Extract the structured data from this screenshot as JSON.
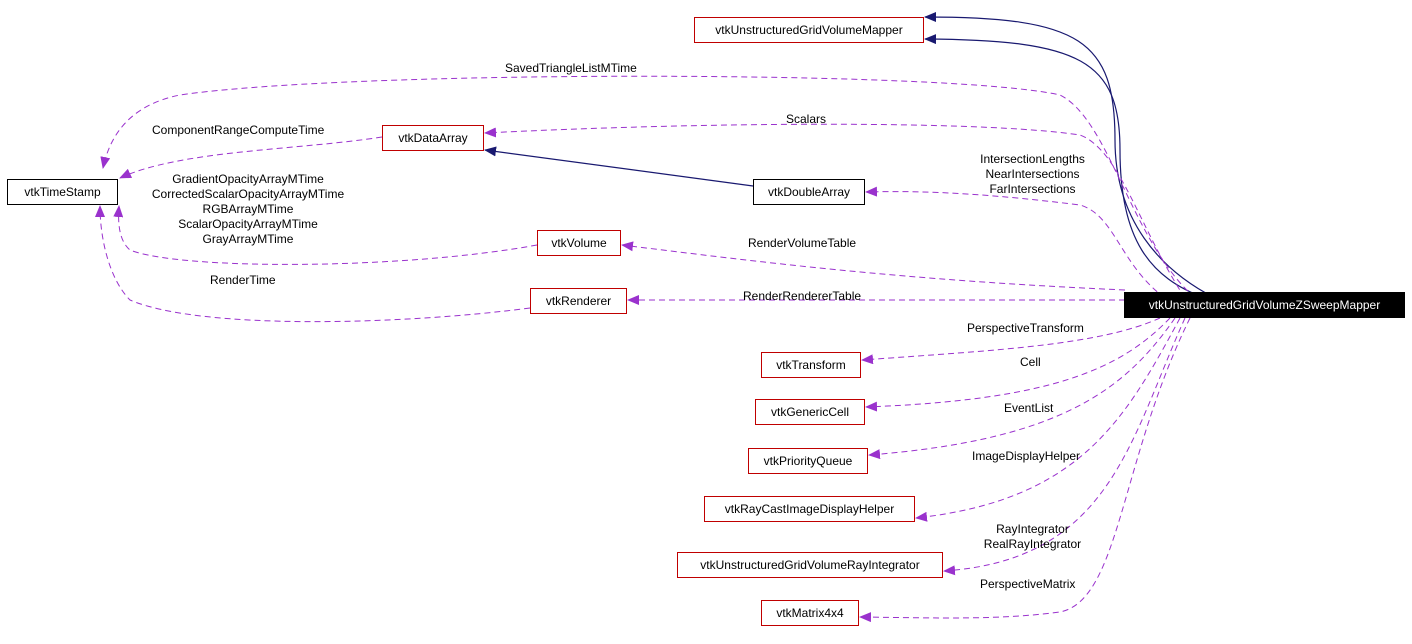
{
  "nodes": {
    "main": "vtkUnstructuredGridVolumeZSweepMapper",
    "mapper": "vtkUnstructuredGridVolumeMapper",
    "timestamp": "vtkTimeStamp",
    "dataarray": "vtkDataArray",
    "doublearray": "vtkDoubleArray",
    "volume": "vtkVolume",
    "renderer": "vtkRenderer",
    "transform": "vtkTransform",
    "genericcell": "vtkGenericCell",
    "priorityqueue": "vtkPriorityQueue",
    "raycasthelper": "vtkRayCastImageDisplayHelper",
    "rayintegrator": "vtkUnstructuredGridVolumeRayIntegrator",
    "matrix": "vtkMatrix4x4"
  },
  "labels": {
    "saved_triangle": "SavedTriangleListMTime",
    "component_range": "ComponentRangeComputeTime",
    "scalars": "Scalars",
    "intersections": [
      "IntersectionLengths",
      "NearIntersections",
      "FarIntersections"
    ],
    "volume_mtimes": [
      "GradientOpacityArrayMTime",
      "CorrectedScalarOpacityArrayMTime",
      "RGBArrayMTime",
      "ScalarOpacityArrayMTime",
      "GrayArrayMTime"
    ],
    "render_volume_table": "RenderVolumeTable",
    "render_time": "RenderTime",
    "render_renderer_table": "RenderRendererTable",
    "perspective_transform": "PerspectiveTransform",
    "cell": "Cell",
    "event_list": "EventList",
    "image_display_helper": "ImageDisplayHelper",
    "ray_integrators": [
      "RayIntegrator",
      "RealRayIntegrator"
    ],
    "perspective_matrix": "PerspectiveMatrix"
  },
  "colors": {
    "inheritance": "#191970",
    "usage": "#9a32cd",
    "node_border": "#c00000"
  }
}
